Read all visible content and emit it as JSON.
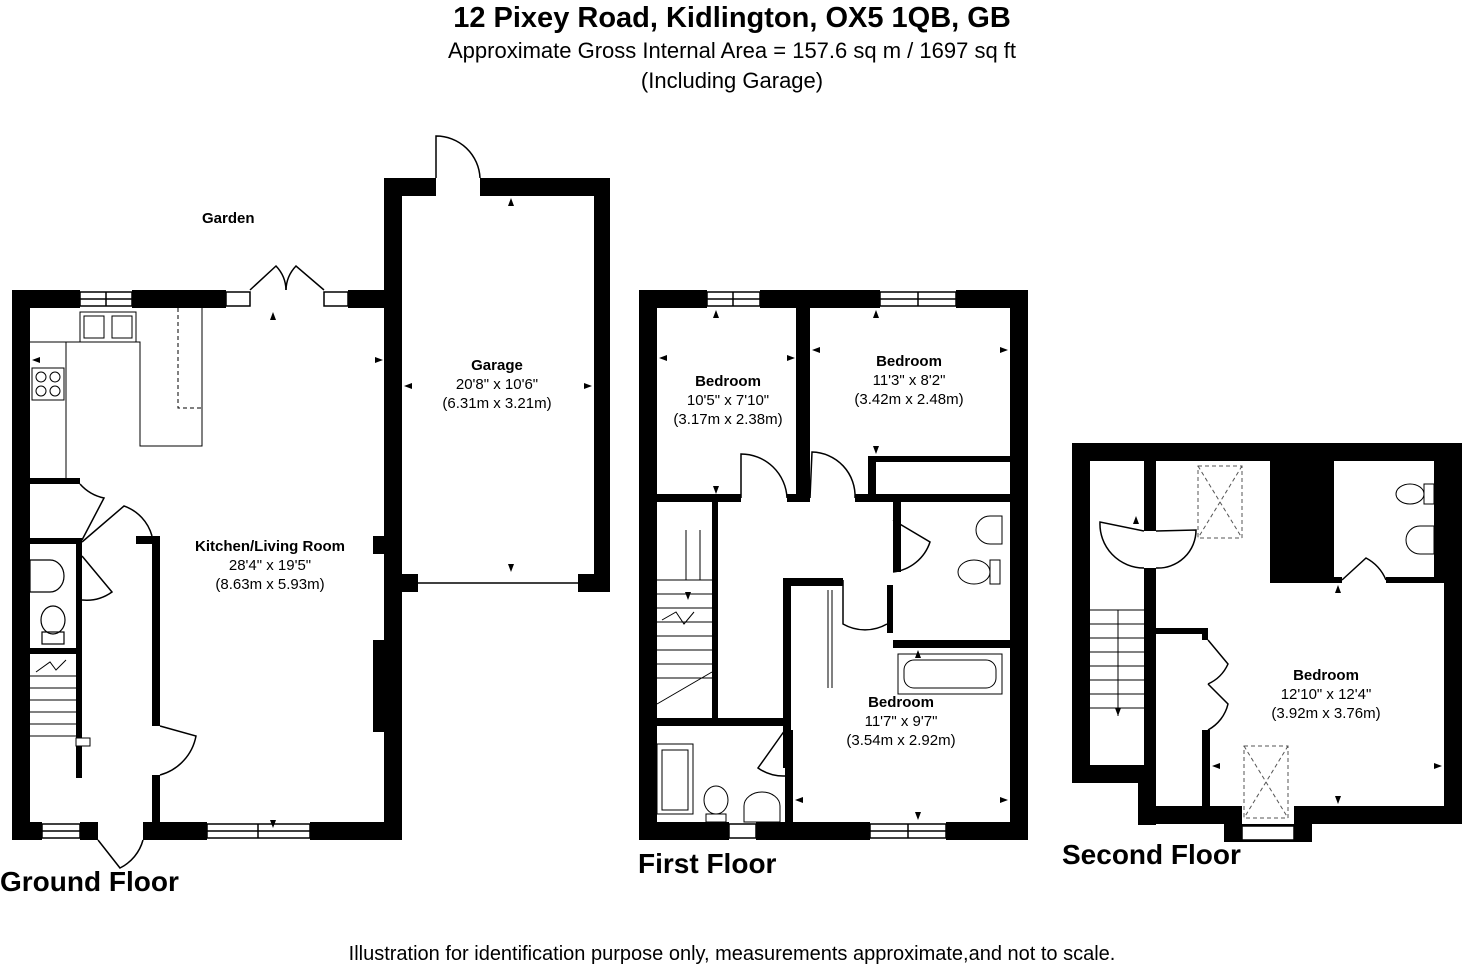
{
  "header": {
    "title": "12 Pixey Road, Kidlington, OX5 1QB, GB",
    "area": "Approximate Gross Internal Area = 157.6 sq m / 1697 sq ft",
    "including": "(Including Garage)"
  },
  "garden_label": "Garden",
  "floors": {
    "ground": {
      "label": "Ground Floor",
      "rooms": [
        {
          "name": "Kitchen/Living Room",
          "imperial": "28'4\" x 19'5\"",
          "metric": "(8.63m x 5.93m)"
        },
        {
          "name": "Garage",
          "imperial": "20'8\" x 10'6\"",
          "metric": "(6.31m x 3.21m)"
        }
      ]
    },
    "first": {
      "label": "First Floor",
      "rooms": [
        {
          "name": "Bedroom",
          "imperial": "10'5\" x 7'10\"",
          "metric": "(3.17m x 2.38m)"
        },
        {
          "name": "Bedroom",
          "imperial": "11'3\" x 8'2\"",
          "metric": "(3.42m x 2.48m)"
        },
        {
          "name": "Bedroom",
          "imperial": "11'7\" x 9'7\"",
          "metric": "(3.54m x 2.92m)"
        }
      ]
    },
    "second": {
      "label": "Second Floor",
      "rooms": [
        {
          "name": "Bedroom",
          "imperial": "12'10\" x 12'4\"",
          "metric": "(3.92m x 3.76m)"
        }
      ]
    }
  },
  "disclaimer": "Illustration for identification purpose only, measurements approximate,and not to scale."
}
